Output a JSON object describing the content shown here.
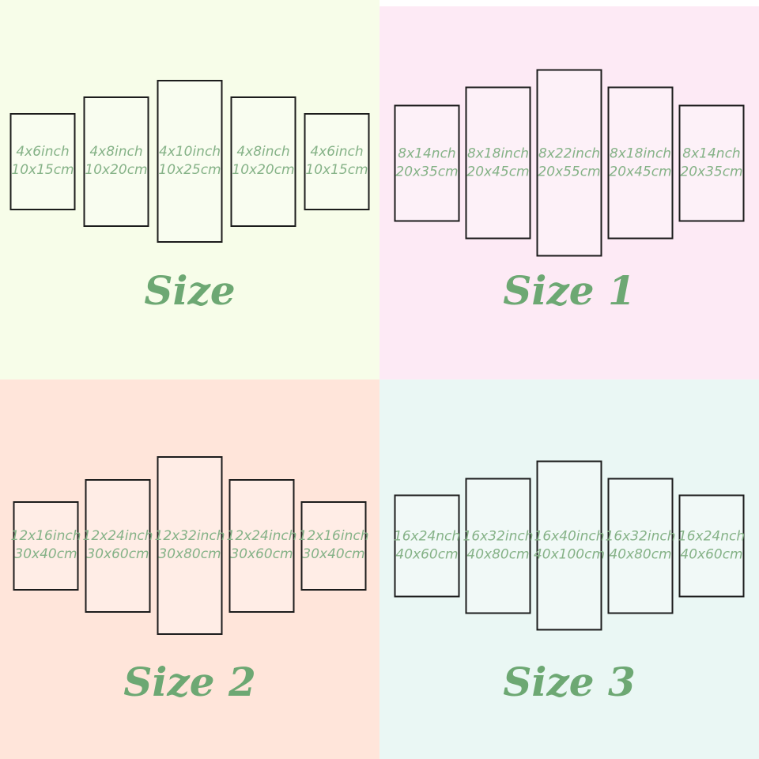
{
  "page": {
    "description": "5-piece canvas wall art size chart with four size options"
  },
  "colors": {
    "quadrant_backgrounds": [
      "#f7fde9",
      "#fdeaf5",
      "#ffe5da",
      "#eaf7f4"
    ],
    "panel_border": "#1c1c1c",
    "panel_text": "#85b287",
    "title_text": "#6da873",
    "top_strip": "#ffffff"
  },
  "quadrants": [
    {
      "title": "Size",
      "bg": "#f7fde9",
      "panels": [
        {
          "line1": "4x6inch",
          "line2": "10x15cm"
        },
        {
          "line1": "4x8inch",
          "line2": "10x20cm"
        },
        {
          "line1": "4x10inch",
          "line2": "10x25cm"
        },
        {
          "line1": "4x8inch",
          "line2": "10x20cm"
        },
        {
          "line1": "4x6inch",
          "line2": "10x15cm"
        }
      ]
    },
    {
      "title": "Size 1",
      "bg": "#fdeaf5",
      "panels": [
        {
          "line1": "8x14nch",
          "line2": "20x35cm"
        },
        {
          "line1": "8x18inch",
          "line2": "20x45cm"
        },
        {
          "line1": "8x22inch",
          "line2": "20x55cm"
        },
        {
          "line1": "8x18inch",
          "line2": "20x45cm"
        },
        {
          "line1": "8x14nch",
          "line2": "20x35cm"
        }
      ]
    },
    {
      "title": "Size 2",
      "bg": "#ffe5da",
      "panels": [
        {
          "line1": "12x16inch",
          "line2": "30x40cm"
        },
        {
          "line1": "12x24inch",
          "line2": "30x60cm"
        },
        {
          "line1": "12x32inch",
          "line2": "30x80cm"
        },
        {
          "line1": "12x24inch",
          "line2": "30x60cm"
        },
        {
          "line1": "12x16inch",
          "line2": "30x40cm"
        }
      ]
    },
    {
      "title": "Size 3",
      "bg": "#eaf7f4",
      "panels": [
        {
          "line1": "16x24nch",
          "line2": "40x60cm"
        },
        {
          "line1": "16x32inch",
          "line2": "40x80cm"
        },
        {
          "line1": "16x40inch",
          "line2": "40x100cm"
        },
        {
          "line1": "16x32inch",
          "line2": "40x80cm"
        },
        {
          "line1": "16x24nch",
          "line2": "40x60cm"
        }
      ]
    }
  ]
}
